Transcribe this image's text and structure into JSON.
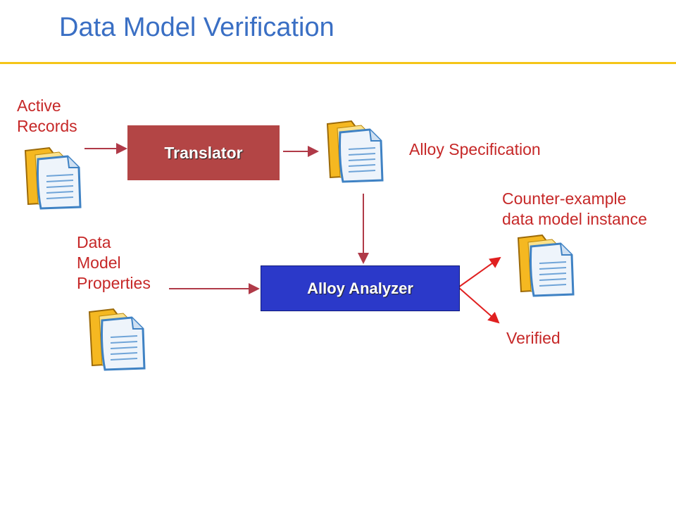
{
  "title": "Data Model Verification",
  "labels": {
    "active_records": "Active\nRecords",
    "alloy_spec": "Alloy Specification",
    "counter_example": "Counter-example\ndata model instance",
    "data_model_properties": "Data\nModel\nProperties",
    "verified": "Verified"
  },
  "boxes": {
    "translator": "Translator",
    "analyzer": "Alloy Analyzer"
  },
  "colors": {
    "title": "#3a6fc4",
    "rule": "#f5c518",
    "label": "#c62828",
    "translator": "#b34545",
    "analyzer": "#2b39c9",
    "arrow": "#b03a48",
    "arrow_red": "#e02020"
  }
}
